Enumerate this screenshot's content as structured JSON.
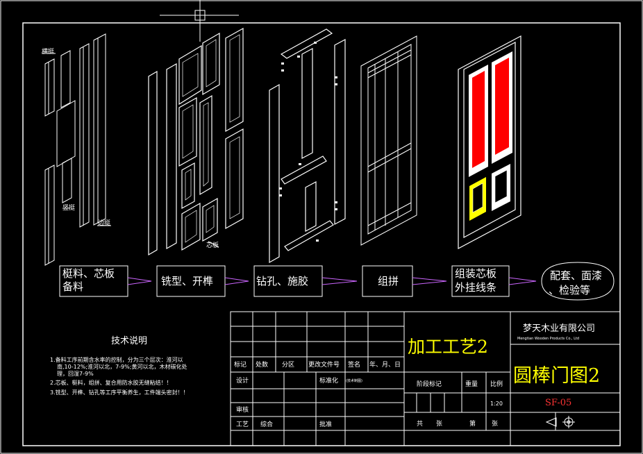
{
  "labels": {
    "part_top": "横挺",
    "part_bottom": "竖挺",
    "part_side": "边挺",
    "part_core": "芯板"
  },
  "process_steps": [
    {
      "line1": "梃料、芯板",
      "line2": "备料"
    },
    {
      "line1": "铣型、开榫",
      "line2": ""
    },
    {
      "line1": "钻孔、施胶",
      "line2": ""
    },
    {
      "line1": "组拼",
      "line2": ""
    },
    {
      "line1": "组装芯板",
      "line2": "外挂线条"
    },
    {
      "line1": "配套、面漆",
      "line2": "、检验等"
    }
  ],
  "tech_notes": {
    "title": "技术说明",
    "items": [
      "1.备料工序前期含水率的控制，分为三个层次：淮河以",
      "南,10-12%;淮河以北，7-9%;黄河以北，木材碳化处",
      "理，回湿7-9%",
      "2.芯板、梃料，组拼、复合用防水胶无缝粘结！！",
      "3.铣型、开榫、钻孔等工序平衡养生，工件端头密封！！"
    ]
  },
  "title_block": {
    "row_headers": [
      "标记",
      "处数",
      "分区",
      "更改文件号",
      "签名",
      "年、月、日"
    ],
    "design": "设计",
    "standardize": "标准化",
    "standardize_note": "(技术制图)",
    "review": "审核",
    "process": "工艺",
    "approve": "批准",
    "check": "综合",
    "stage_mark": "阶段标记",
    "weight": "重量",
    "ratio": "比例",
    "ratio_value": "1:20",
    "total": "共",
    "sheets": "张",
    "nth": "第",
    "sheet2": "张",
    "drawing_title": "加工工艺2",
    "company": "梦天木业有限公司",
    "company_en": "Mengtian Wooden Products Co., Ltd",
    "drawing_name": "圆棒门图2",
    "drawing_no": "SF-05"
  },
  "colors": {
    "frame": "#ffffff",
    "arrow": "#cc66ff",
    "title_yellow": "#ffff00",
    "code_red": "#ff3333",
    "panel_red": "#ff0000",
    "panel_yellow": "#ffff00"
  }
}
